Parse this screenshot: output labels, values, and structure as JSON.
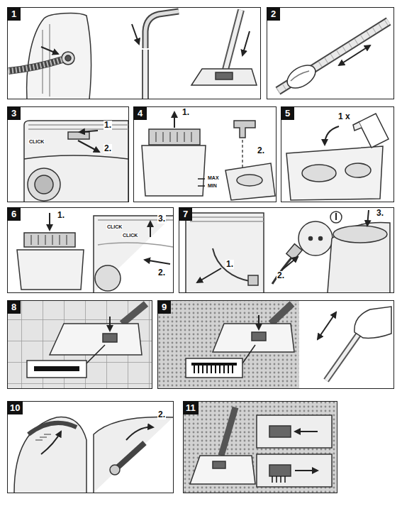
{
  "diagram": {
    "nodes": [
      {
        "text": [
          "1"
        ]
      },
      {
        "text": [
          "2"
        ]
      },
      {
        "text": [
          "3"
        ]
      },
      {
        "text": [
          "4"
        ]
      },
      {
        "text": [
          "5"
        ]
      },
      {
        "text": [
          "6"
        ]
      },
      {
        "text": [
          "7"
        ]
      },
      {
        "text": [
          "8"
        ]
      },
      {
        "text": [
          "9"
        ]
      },
      {
        "text": [
          "10"
        ]
      },
      {
        "text": [
          "11"
        ]
      }
    ],
    "labels": [
      "1.",
      "2.",
      "CLICK",
      "1.",
      "2.",
      "MAX",
      "MIN",
      "1 x",
      "1.",
      "2.",
      "3.",
      "CLICK",
      "CLICK",
      "1.",
      "2.",
      "3.",
      "2."
    ]
  }
}
